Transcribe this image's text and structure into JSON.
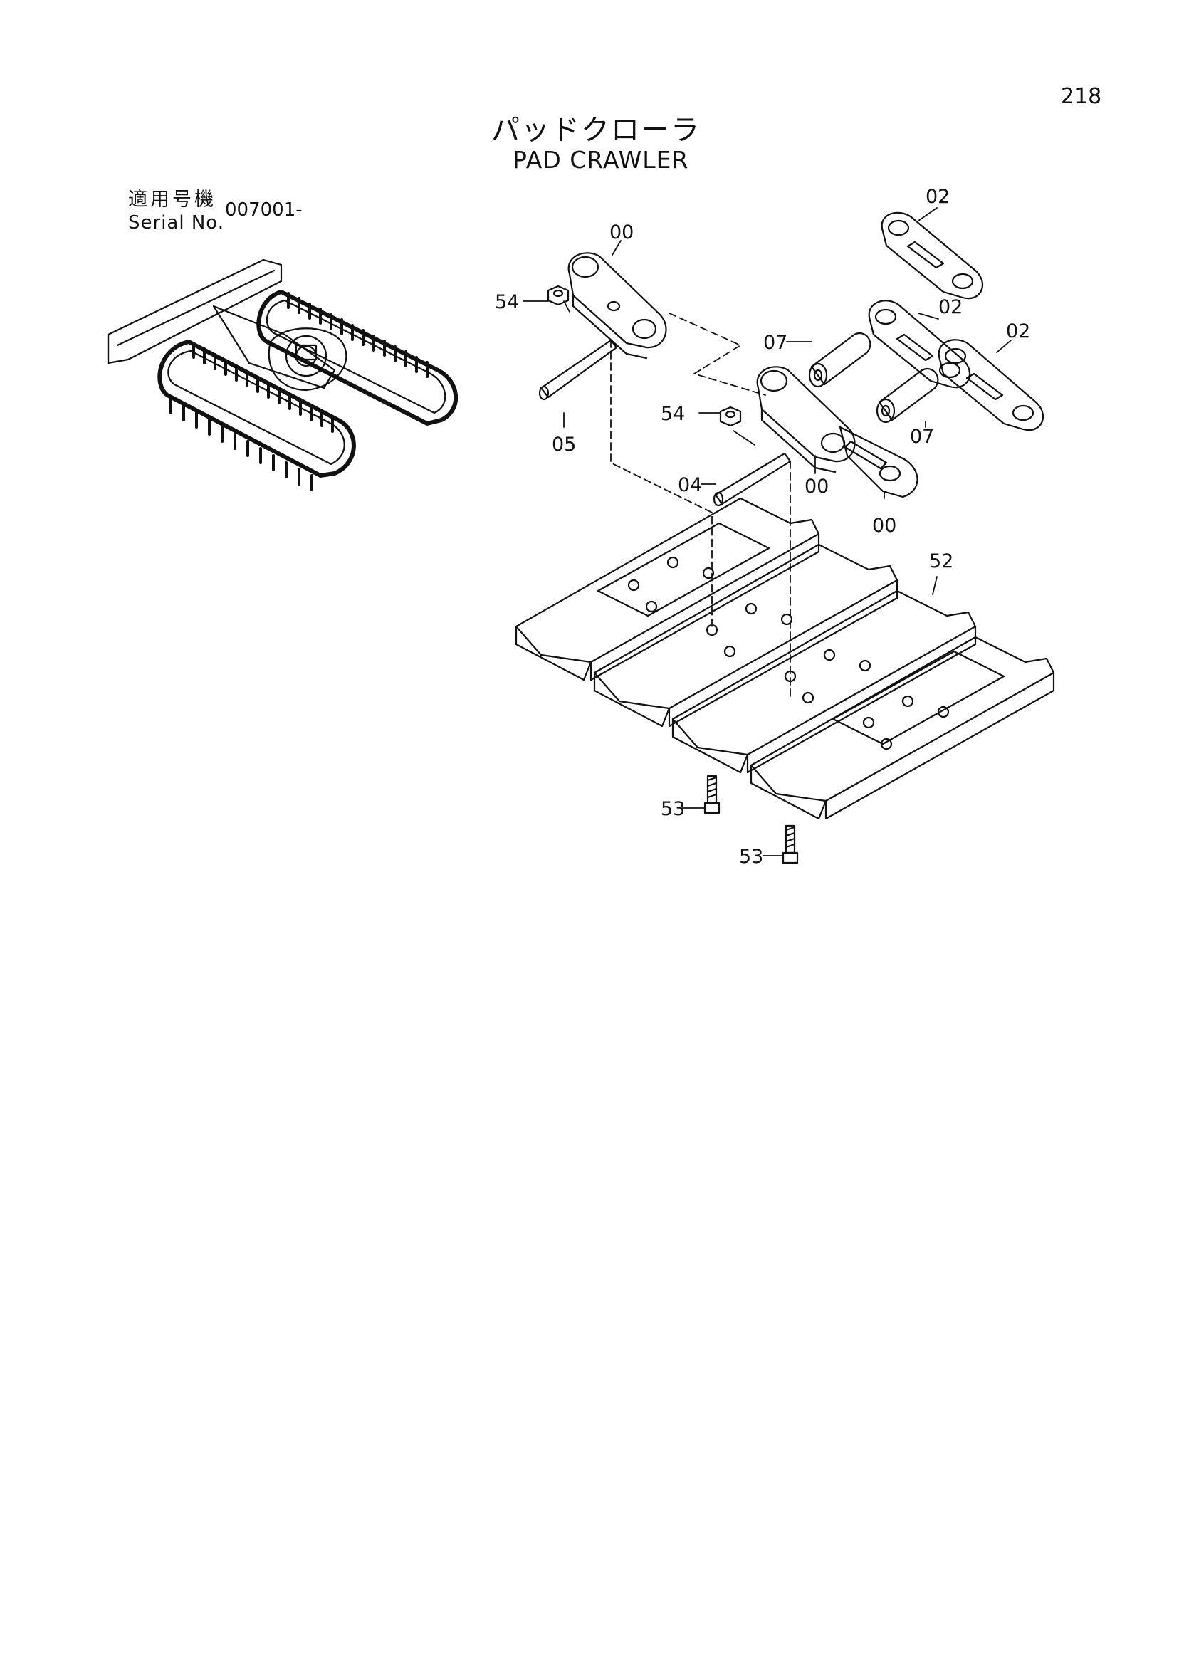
{
  "page_number": "218",
  "title_jp": "パッドクローラ",
  "title_en": "PAD CRAWLER",
  "serial": {
    "label_jp": "適用号機",
    "label_en": "Serial No.",
    "value": "007001-"
  },
  "callouts": {
    "link_top": "00",
    "link_mid": "00",
    "link_low": "00",
    "link_r1": "02",
    "link_r2": "02",
    "link_r3": "02",
    "nut_top": "54",
    "nut_mid": "54",
    "pin_05": "05",
    "pin_04": "04",
    "bush_1": "07",
    "bush_2": "07",
    "shoe": "52",
    "bolt_1": "53",
    "bolt_2": "53"
  }
}
